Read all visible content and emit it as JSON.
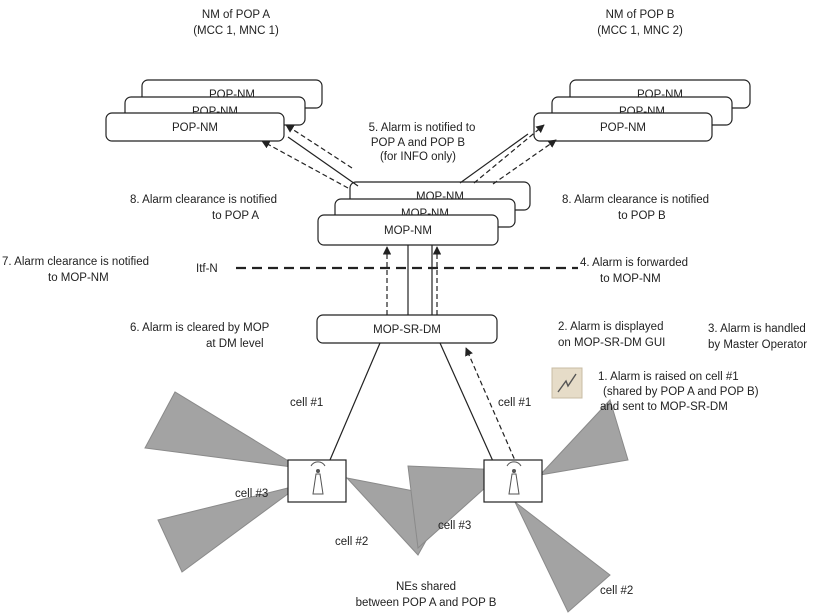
{
  "top_labels": {
    "pop_a": {
      "line1": "NM of POP A",
      "line2": "(MCC 1, MNC 1)"
    },
    "pop_b": {
      "line1": "NM of POP B",
      "line2": "(MCC 1, MNC 2)"
    }
  },
  "nodes": {
    "pop_nm_a": [
      "POP-NM",
      "POP-NM",
      "POP-NM"
    ],
    "pop_nm_b": [
      "POP-NM",
      "POP-NM",
      "POP-NM"
    ],
    "mop_nm": [
      "MOP-NM",
      "MOP-NM",
      "MOP-NM"
    ],
    "mop_sr_dm": "MOP-SR-DM",
    "itf": "Itf-N"
  },
  "steps": {
    "s1": [
      "1. Alarm is raised on cell #1",
      "(shared by POP A and POP B)",
      "and sent to MOP-SR-DM"
    ],
    "s2": [
      "2. Alarm is displayed",
      "on MOP-SR-DM GUI"
    ],
    "s3": [
      "3. Alarm is handled",
      "by Master Operator"
    ],
    "s4": [
      "4. Alarm is forwarded",
      "to MOP-NM"
    ],
    "s5": [
      "5. Alarm is notified to",
      "POP A and POP B",
      "(for INFO only)"
    ],
    "s6": [
      "6. Alarm is cleared by MOP",
      "at DM level"
    ],
    "s7": [
      "7. Alarm clearance is notified",
      "to MOP-NM"
    ],
    "s8a": [
      "8. Alarm clearance is notified",
      "to POP A"
    ],
    "s8b": [
      "8. Alarm clearance is notified",
      "to POP B"
    ]
  },
  "cells": {
    "left_cell1": "cell #1",
    "left_cell3": "cell #3",
    "left_cell2": "cell #2",
    "right_cell1": "cell #1",
    "right_cell3": "cell #3",
    "right_cell2": "cell #2"
  },
  "bottom_caption": [
    "NEs shared",
    "between POP A and POP B"
  ],
  "colors": {
    "line": "#222222",
    "wedge_fill": "#a3a3a3",
    "wedge_stroke": "#8a8a8a",
    "alarm_bg": "#e6dcc8"
  },
  "icons": {
    "antenna": "antenna-tower-icon",
    "alarm": "alarm-lightning-icon"
  }
}
